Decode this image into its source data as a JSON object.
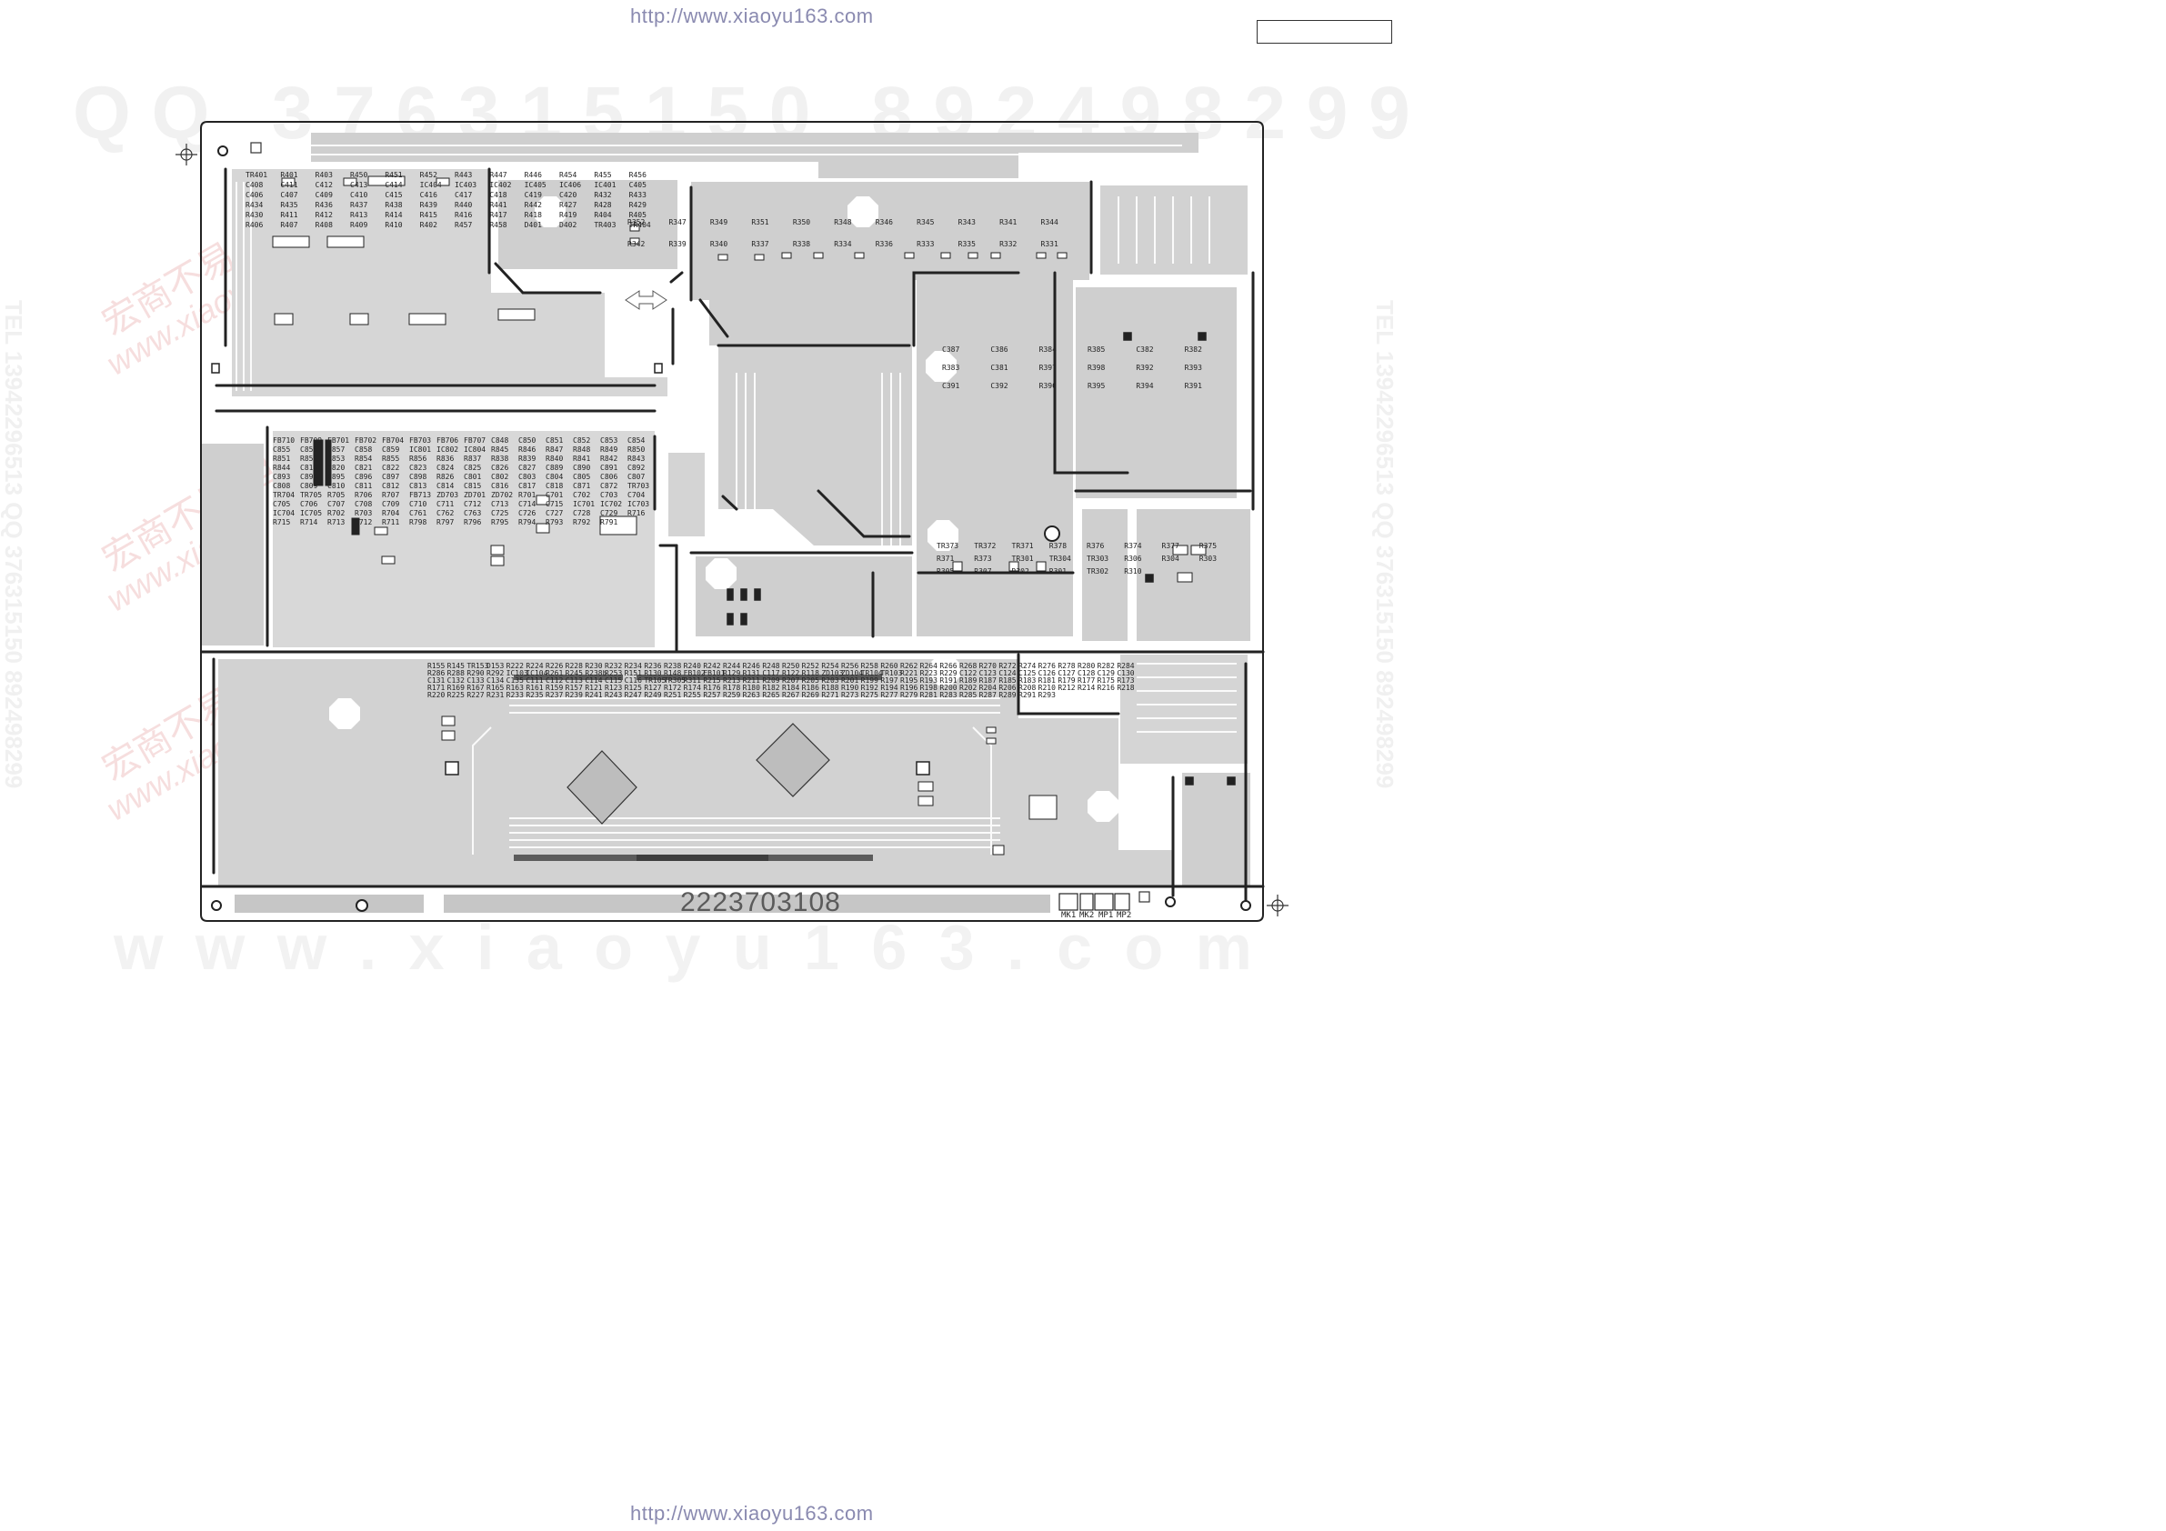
{
  "header": {
    "url_top": "http://www.xiaoyu163.com",
    "url_bottom": "http://www.xiaoyu163.com",
    "watermark_left": "Q Q   3 7 6 3 1 5 1 5 0",
    "watermark_right": "8 9 2 4 9 8 2 9 9",
    "watermark_bottom": "w w w . x i a o y u 1 6 3 . c o m",
    "watermark_side": "TEL 13942296513  QQ 376315150  892498299",
    "watermark_cn": "宏商不易 但",
    "watermark_site": "www.xiaoy"
  },
  "board": {
    "part_number": "2223703108",
    "connectors": [
      "MK1",
      "MK2",
      "MP1",
      "MP2"
    ]
  },
  "components": {
    "top_left": [
      "TR401",
      "R401",
      "R403",
      "R450",
      "R451",
      "R452",
      "R443",
      "R447",
      "R446",
      "R454",
      "R455",
      "R456",
      "C408",
      "C411",
      "C412",
      "C413",
      "C414",
      "IC404",
      "IC403",
      "IC402",
      "IC405",
      "IC406",
      "IC401",
      "C405",
      "C406",
      "C407",
      "C409",
      "C410",
      "C415",
      "C416",
      "C417",
      "C418",
      "C419",
      "C420",
      "R432",
      "R433",
      "R434",
      "R435",
      "R436",
      "R437",
      "R438",
      "R439",
      "R440",
      "R441",
      "R442",
      "R427",
      "R428",
      "R429",
      "R430",
      "R411",
      "R412",
      "R413",
      "R414",
      "R415",
      "R416",
      "R417",
      "R418",
      "R419",
      "R404",
      "R405",
      "R406",
      "R407",
      "R408",
      "R409",
      "R410",
      "R402",
      "R457",
      "R458",
      "D401",
      "D402",
      "TR403",
      "TR404"
    ],
    "top_mid": [
      "R352",
      "R347",
      "R349",
      "R351",
      "R350",
      "R348",
      "R346",
      "R345",
      "R343",
      "R341",
      "R344",
      "R342",
      "R339",
      "R340",
      "R337",
      "R338",
      "R334",
      "R336",
      "R333",
      "R335",
      "R332",
      "R331"
    ],
    "right_mid": [
      "C387",
      "C386",
      "R384",
      "R385",
      "C382",
      "R382",
      "R383",
      "C381",
      "R397",
      "R398",
      "R392",
      "R393",
      "C391",
      "C392",
      "R390",
      "R395",
      "R394",
      "R391"
    ],
    "left_mid": [
      "FB710",
      "FB709",
      "FB701",
      "FB702",
      "FB704",
      "FB703",
      "FB706",
      "FB707",
      "C848",
      "C850",
      "C851",
      "C852",
      "C853",
      "C854",
      "C855",
      "C856",
      "C857",
      "C858",
      "C859",
      "IC801",
      "IC802",
      "IC804",
      "R845",
      "R846",
      "R847",
      "R848",
      "R849",
      "R850",
      "R851",
      "R852",
      "R853",
      "R854",
      "R855",
      "R856",
      "R836",
      "R837",
      "R838",
      "R839",
      "R840",
      "R841",
      "R842",
      "R843",
      "R844",
      "C819",
      "C820",
      "C821",
      "C822",
      "C823",
      "C824",
      "C825",
      "C826",
      "C827",
      "C889",
      "C890",
      "C891",
      "C892",
      "C893",
      "C894",
      "C895",
      "C896",
      "C897",
      "C898",
      "R826",
      "C801",
      "C802",
      "C803",
      "C804",
      "C805",
      "C806",
      "C807",
      "C808",
      "C809",
      "C810",
      "C811",
      "C812",
      "C813",
      "C814",
      "C815",
      "C816",
      "C817",
      "C818",
      "C871",
      "C872",
      "TR703",
      "TR704",
      "TR705",
      "R705",
      "R706",
      "R707",
      "FB713",
      "ZD703",
      "ZD701",
      "ZD702",
      "R701",
      "C701",
      "C702",
      "C703",
      "C704",
      "C705",
      "C706",
      "C707",
      "C708",
      "C709",
      "C710",
      "C711",
      "C712",
      "C713",
      "C714",
      "C715",
      "IC701",
      "IC702",
      "IC703",
      "IC704",
      "IC705",
      "R702",
      "R703",
      "R704",
      "C761",
      "C762",
      "C763",
      "C725",
      "C726",
      "C727",
      "C728",
      "C729",
      "R716",
      "R715",
      "R714",
      "R713",
      "R712",
      "R711",
      "R798",
      "R797",
      "R796",
      "R795",
      "R794",
      "R793",
      "R792",
      "R791"
    ],
    "center_right": [
      "TR373",
      "TR372",
      "TR371",
      "R378",
      "R376",
      "R374",
      "R377",
      "R375",
      "R371",
      "R373",
      "TR301",
      "TR304",
      "TR303",
      "R306",
      "R304",
      "R303",
      "R305",
      "R307",
      "R302",
      "R301",
      "TR302",
      "R310"
    ],
    "bottom": [
      "R155",
      "R145",
      "TR153",
      "D153",
      "R222",
      "R224",
      "R226",
      "R228",
      "R230",
      "R232",
      "R234",
      "R236",
      "R238",
      "R240",
      "R242",
      "R244",
      "R246",
      "R248",
      "R250",
      "R252",
      "R254",
      "R256",
      "R258",
      "R260",
      "R262",
      "R264",
      "R266",
      "R268",
      "R270",
      "R272",
      "R274",
      "R276",
      "R278",
      "R280",
      "R282",
      "R284",
      "R286",
      "R288",
      "R290",
      "R292",
      "IC103",
      "IC104",
      "R261",
      "R245",
      "R238b",
      "R253",
      "R151",
      "R130",
      "R148",
      "FB102",
      "FB101",
      "R129",
      "R131",
      "C117",
      "R122",
      "R118",
      "ZD103",
      "ZD104",
      "TR104",
      "TR103",
      "R221",
      "R223",
      "R229",
      "C122",
      "C123",
      "C124",
      "C125",
      "C126",
      "C127",
      "C128",
      "C129",
      "C130",
      "C131",
      "C132",
      "C133",
      "C134",
      "C135",
      "C111",
      "C112",
      "C113",
      "C114",
      "C115",
      "C116",
      "TR105",
      "TR305",
      "R311",
      "R215",
      "R213",
      "R211",
      "R209",
      "R207",
      "R205",
      "R203",
      "R201",
      "R199",
      "R197",
      "R195",
      "R193",
      "R191",
      "R189",
      "R187",
      "R185",
      "R183",
      "R181",
      "R179",
      "R177",
      "R175",
      "R173",
      "R171",
      "R169",
      "R167",
      "R165",
      "R163",
      "R161",
      "R159",
      "R157",
      "R121",
      "R123",
      "R125",
      "R127",
      "R172",
      "R174",
      "R176",
      "R178",
      "R180",
      "R182",
      "R184",
      "R186",
      "R188",
      "R190",
      "R192",
      "R194",
      "R196",
      "R198",
      "R200",
      "R202",
      "R204",
      "R206",
      "R208",
      "R210",
      "R212",
      "R214",
      "R216",
      "R218",
      "R220",
      "R225",
      "R227",
      "R231",
      "R233",
      "R235",
      "R237",
      "R239",
      "R241",
      "R243",
      "R247",
      "R249",
      "R251",
      "R255",
      "R257",
      "R259",
      "R263",
      "R265",
      "R267",
      "R269",
      "R271",
      "R273",
      "R275",
      "R277",
      "R279",
      "R281",
      "R283",
      "R285",
      "R287",
      "R289",
      "R291",
      "R293"
    ]
  }
}
